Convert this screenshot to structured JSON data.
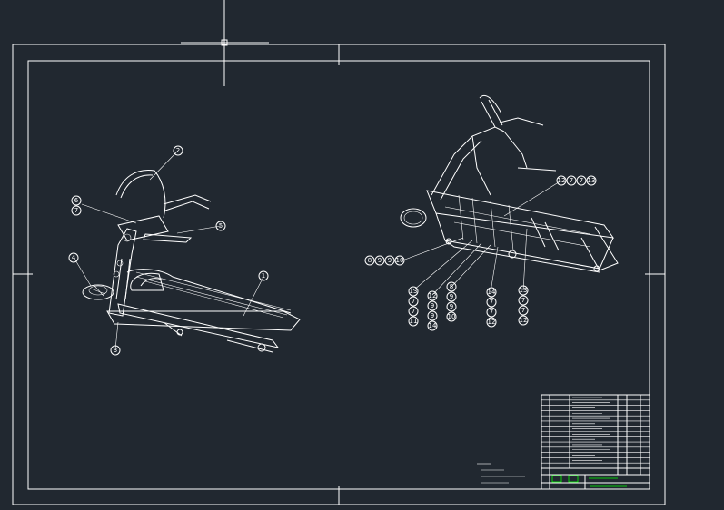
{
  "callouts_left": [
    "2",
    "6",
    "7",
    "4",
    "5",
    "1",
    "3"
  ],
  "callouts_right": {
    "top_chain": [
      "12",
      "7",
      "7",
      "13"
    ],
    "left_chain": [
      "8",
      "9",
      "9",
      "10"
    ],
    "col1": [
      "13",
      "7",
      "7",
      "11"
    ],
    "col2": [
      "12",
      "9",
      "9",
      "14"
    ],
    "col3": [
      "8",
      "9",
      "9",
      "10"
    ],
    "col4": [
      "14",
      "7",
      "7",
      "12"
    ],
    "col5": [
      "13",
      "7",
      "7",
      "12"
    ]
  },
  "colors": {
    "background": "#212830",
    "lines": "#ffffff",
    "title_block_accent": "#00ff00"
  }
}
